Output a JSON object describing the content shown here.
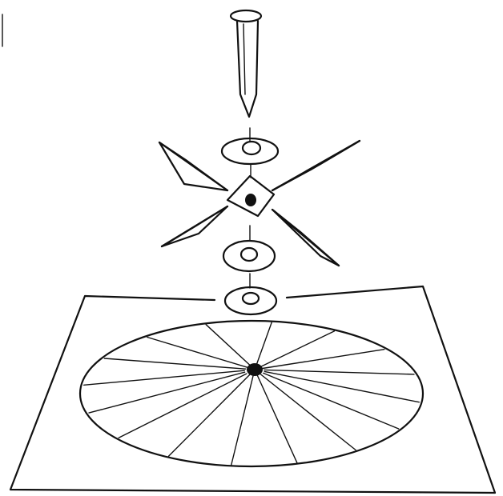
{
  "diagram": {
    "kind": "exploded assembly sketch",
    "labels": [],
    "parts": [
      "nail",
      "top-washer",
      "cross-blades",
      "middle-washer",
      "bottom-washer",
      "base-sheet",
      "circle-dial"
    ],
    "dial_spoke_count": 16,
    "ink_color": "#111111",
    "paper_color": "#ffffff"
  }
}
